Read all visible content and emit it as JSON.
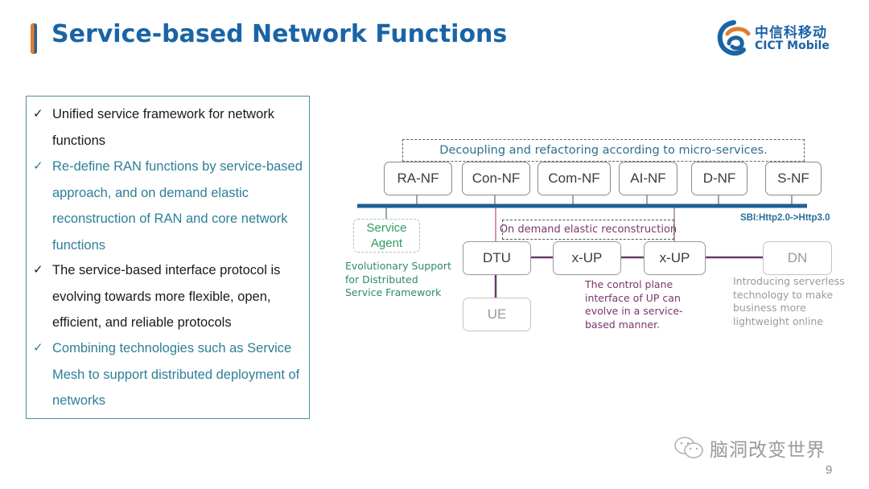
{
  "header": {
    "title": "Service-based Network Functions",
    "accent_colors": {
      "bar_orange": "#e07c2c",
      "bar_blue": "#2b5f8e",
      "title_blue": "#1a64a6"
    }
  },
  "logo": {
    "name_cn": "中信科移动",
    "name_en": "CICT Mobile"
  },
  "bullets": [
    {
      "check": "✓",
      "text": "Unified service framework for network functions",
      "color": "dark"
    },
    {
      "check": "✓",
      "text": "Re-define RAN functions by service-based approach, and on demand elastic reconstruction of RAN and core network functions",
      "color": "teal"
    },
    {
      "check": "✓",
      "text": "The service-based interface protocol is evolving towards more flexible, open, efficient, and reliable protocols",
      "color": "dark"
    },
    {
      "check": "✓",
      "text": "Combining technologies such as Service Mesh to support distributed deployment of networks",
      "color": "teal"
    }
  ],
  "diagram": {
    "decoupling_label": "Decoupling and refactoring according to micro-services.",
    "network_functions": [
      "RA-NF",
      "Con-NF",
      "Com-NF",
      "AI-NF",
      "D-NF",
      "S-NF"
    ],
    "sbi_label": "SBI:Http2.0->Http3.0",
    "service_agent": {
      "line1": "Service",
      "line2": "Agent"
    },
    "service_agent_caption": "Evolutionary Support for Distributed Service Framework",
    "on_demand_label": "On demand elastic reconstruction",
    "nodes": {
      "dtu": "DTU",
      "xup1": "x-UP",
      "xup2": "x-UP",
      "dn": "DN",
      "ue": "UE"
    },
    "up_caption": "The control plane interface of UP can evolve in a service-based manner.",
    "dn_caption": "Introducing serverless technology to make business more lightweight online"
  },
  "footer": {
    "watermark": "脑洞改变世界",
    "page_number": "9"
  }
}
